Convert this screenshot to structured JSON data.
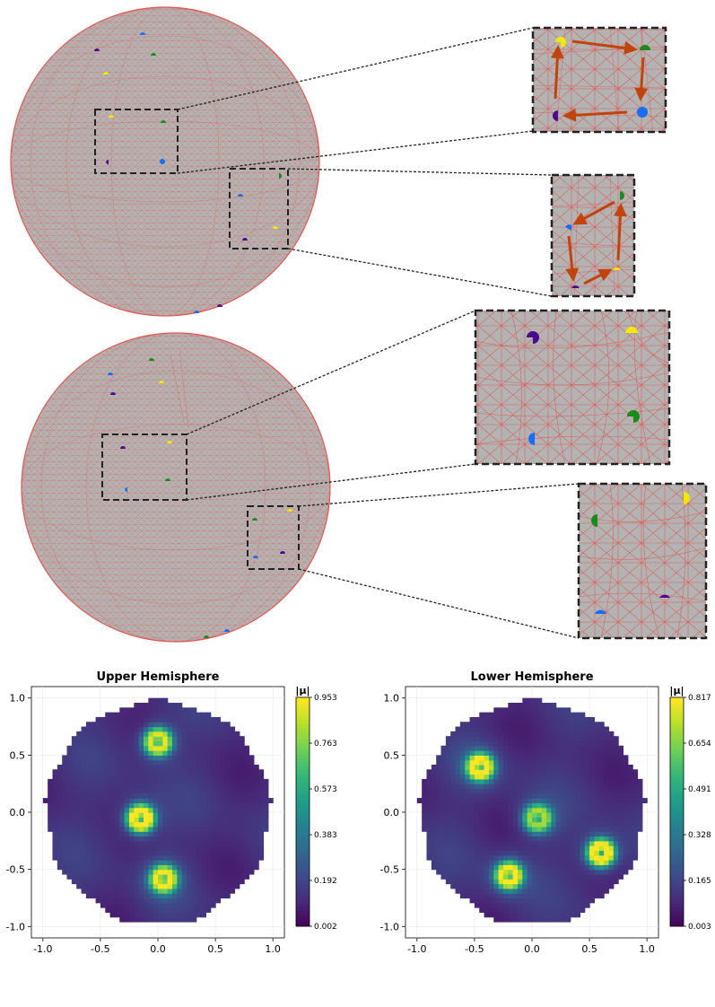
{
  "figure": {
    "panels": [
      {
        "name": "upper-hemisphere-panel",
        "title": "Upper Hemisphere",
        "colorbar_label": "|μ|",
        "colorbar_ticks": [
          "0.953",
          "0.763",
          "0.573",
          "0.383",
          "0.192",
          "0.002"
        ],
        "x_ticks": [
          "-1.0",
          "-0.5",
          "0.0",
          "0.5",
          "1.0"
        ],
        "y_ticks": [
          "1.0",
          "0.5",
          "0.0",
          "-0.5",
          "-1.0"
        ],
        "vmin": 0.002,
        "vmax": 0.953,
        "hotspots": [
          {
            "x": 0.0,
            "y": 0.62,
            "strength": 0.9
          },
          {
            "x": -0.15,
            "y": -0.05,
            "strength": 1.0
          },
          {
            "x": 0.05,
            "y": -0.58,
            "strength": 0.85
          }
        ]
      },
      {
        "name": "lower-hemisphere-panel",
        "title": "Lower Hemisphere",
        "colorbar_label": "|μ|",
        "colorbar_ticks": [
          "0.817",
          "0.654",
          "0.491",
          "0.328",
          "0.165",
          "0.003"
        ],
        "x_ticks": [
          "-1.0",
          "-0.5",
          "0.0",
          "0.5",
          "1.0"
        ],
        "y_ticks": [
          "1.0",
          "0.5",
          "0.0",
          "-0.5",
          "-1.0"
        ],
        "vmin": 0.003,
        "vmax": 0.817,
        "hotspots": [
          {
            "x": -0.45,
            "y": 0.4,
            "strength": 0.9
          },
          {
            "x": 0.05,
            "y": -0.05,
            "strength": 0.75
          },
          {
            "x": 0.6,
            "y": -0.35,
            "strength": 1.0
          },
          {
            "x": -0.2,
            "y": -0.55,
            "strength": 0.9
          }
        ]
      }
    ],
    "colors": {
      "mesh_fill": "#b3b3b3",
      "mesh_line": "#e0574f",
      "arrow": "#c1440e",
      "marker_yellow": "#f5e800",
      "marker_green": "#1a8a1a",
      "marker_blue": "#1a6ef5",
      "marker_purple": "#4b0a8c"
    }
  }
}
